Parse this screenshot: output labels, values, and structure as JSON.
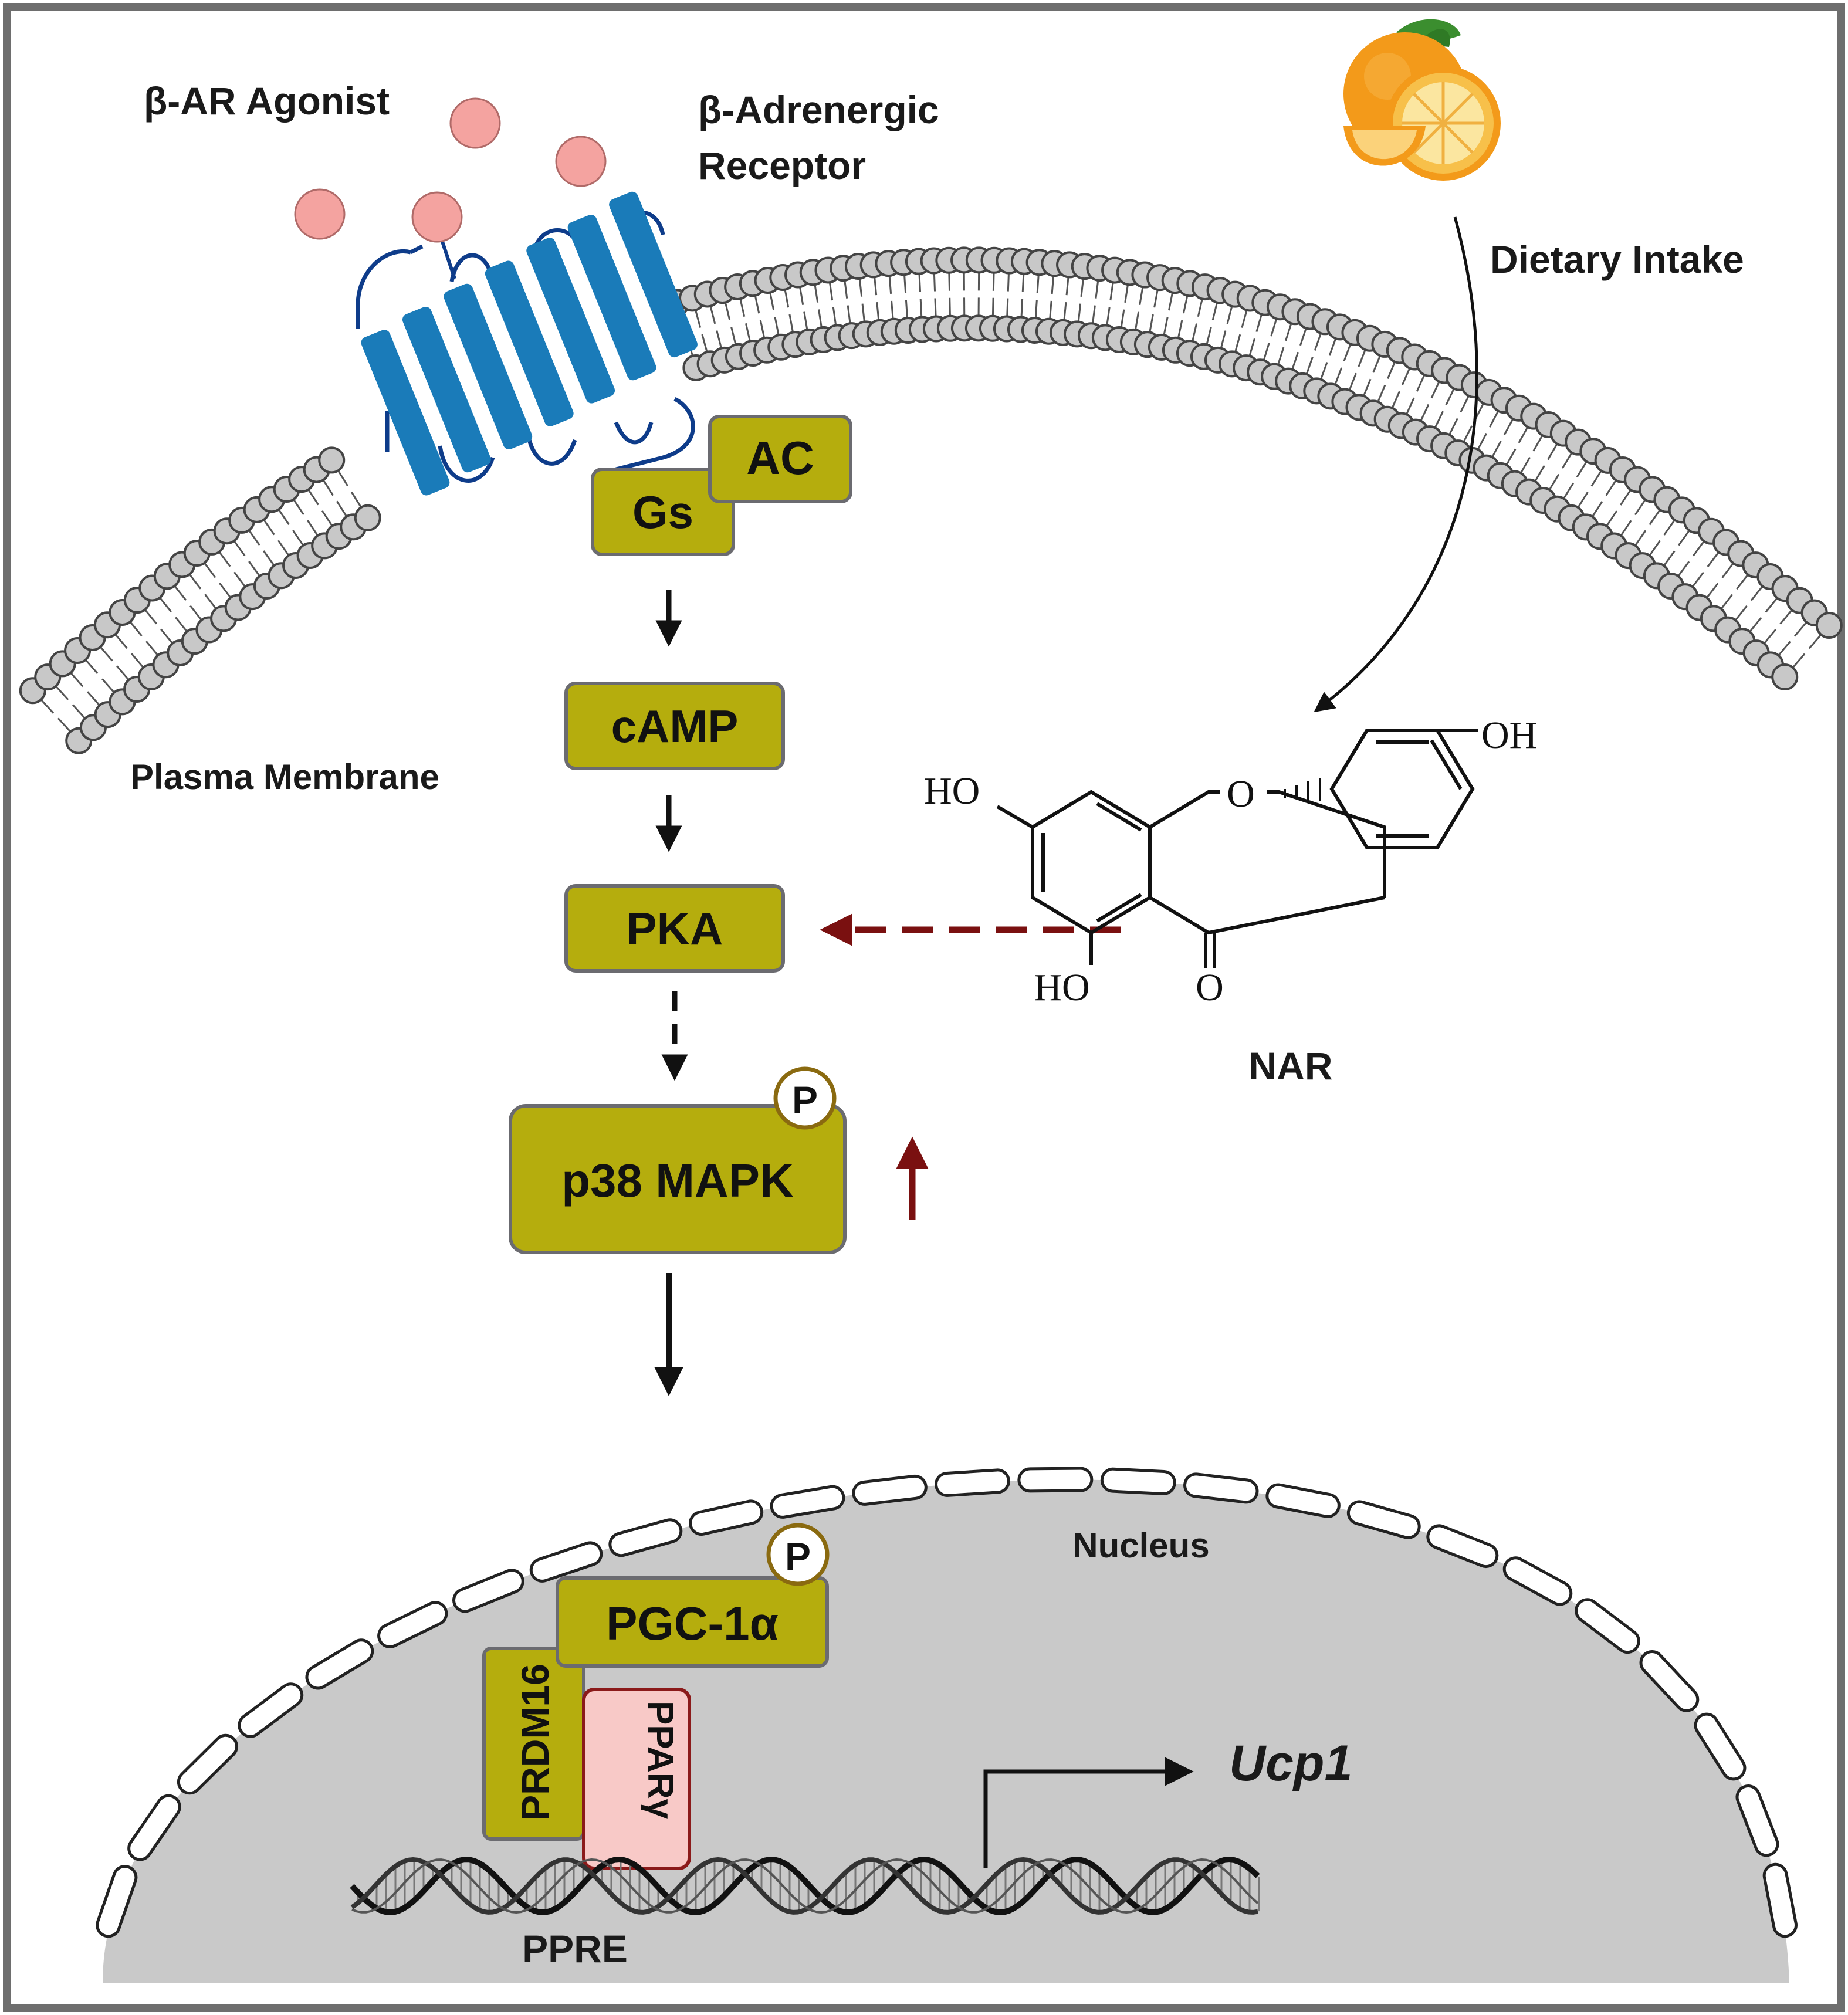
{
  "labels": {
    "agonist": "β-AR Agonist",
    "receptor_line1": "β-Adrenergic",
    "receptor_line2": "Receptor",
    "dietary_intake": "Dietary Intake",
    "plasma_membrane": "Plasma Membrane",
    "nucleus": "Nucleus",
    "nar": "NAR",
    "ppre": "PPRE",
    "ucp1": "Ucp1"
  },
  "boxes": {
    "gs": "Gs",
    "ac": "AC",
    "camp": "cAMP",
    "pka": "PKA",
    "p38": "p38 MAPK",
    "pgc": "PGC-1α",
    "prdm16": "PRDM16",
    "ppar": "PPARγ",
    "phospho": "P"
  },
  "molecule": {
    "oh_top": "OH",
    "ho_left": "HO",
    "ho_bottom": "HO",
    "ring_o": "O",
    "carbonyl_o": "O"
  },
  "colors": {
    "box_fill": "#b5ad0d",
    "box_stroke": "#6b6b70",
    "receptor": "#1a7bb9",
    "agonist_dot": "#f4a3a0",
    "inhibit_arrow": "#7a1010",
    "nucleus_fill": "#c9c9c9",
    "ppar_fill": "#f8c9c7",
    "ppar_stroke": "#8b1a1a"
  }
}
